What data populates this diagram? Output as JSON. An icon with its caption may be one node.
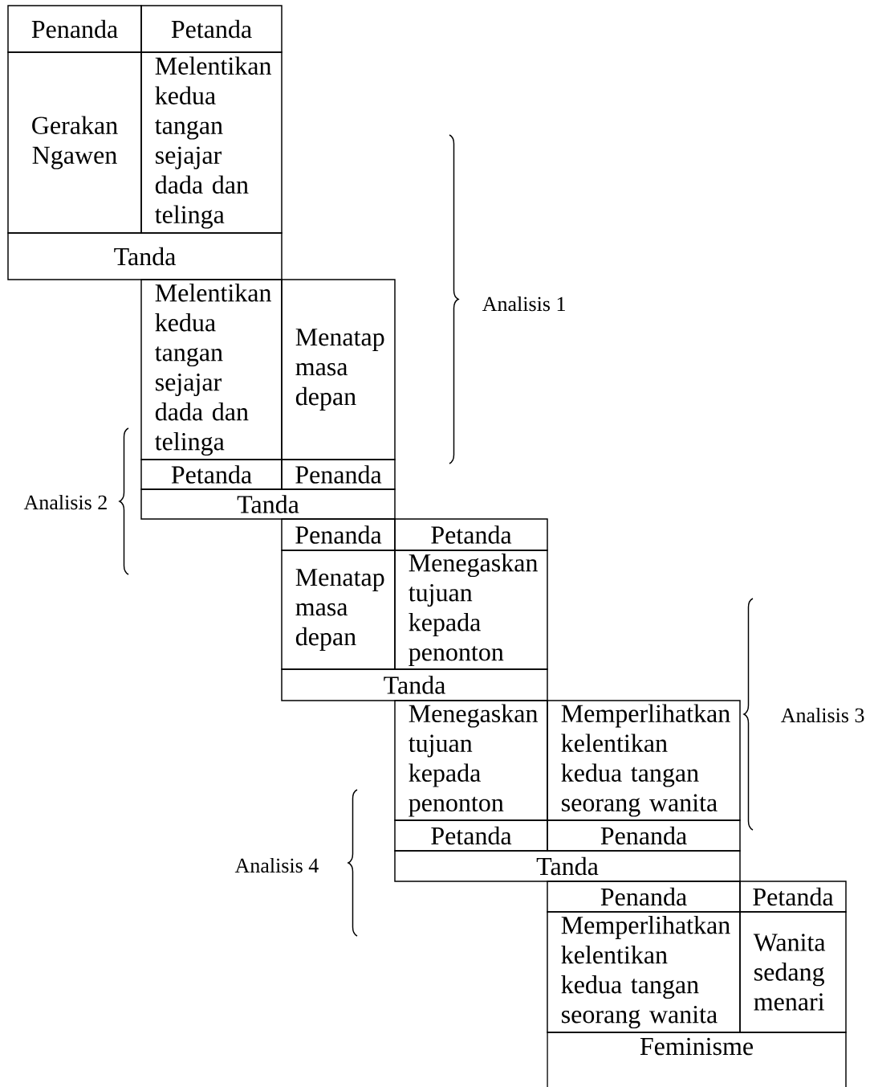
{
  "diagram": {
    "nodes": [
      {
        "text": [
          "Penanda"
        ]
      },
      {
        "text": [
          "Petanda"
        ]
      },
      {
        "text": [
          "Gerakan Ngawen"
        ]
      },
      {
        "text": [
          "Melentikan kedua tangan sejajar dada dan telinga"
        ]
      },
      {
        "text": [
          "Tanda"
        ]
      },
      {
        "text": [
          "Melentikan kedua tangan sejajar dada dan telinga"
        ]
      },
      {
        "text": [
          "Menatap masa depan"
        ]
      },
      {
        "text": [
          "Petanda"
        ]
      },
      {
        "text": [
          "Penanda"
        ]
      },
      {
        "text": [
          "Tanda"
        ]
      },
      {
        "text": [
          "Penanda"
        ]
      },
      {
        "text": [
          "Petanda"
        ]
      },
      {
        "text": [
          "Menatap masa depan"
        ]
      },
      {
        "text": [
          "Menegaskan tujuan kepada penonton"
        ]
      },
      {
        "text": [
          "Tanda"
        ]
      },
      {
        "text": [
          "Menegaskan tujuan kepada penonton"
        ]
      },
      {
        "text": [
          "Memperlihatkan kelentikan kedua tangan seorang wanita"
        ]
      },
      {
        "text": [
          "Petanda"
        ]
      },
      {
        "text": [
          "Penanda"
        ]
      },
      {
        "text": [
          "Tanda"
        ]
      },
      {
        "text": [
          "Penanda"
        ]
      },
      {
        "text": [
          "Petanda"
        ]
      },
      {
        "text": [
          "Memperlihatkan kelentikan kedua tangan seorang wanita"
        ]
      },
      {
        "text": [
          "Wanita sedang menari"
        ]
      },
      {
        "text": [
          "Feminisme"
        ]
      }
    ],
    "labels": [
      "Analisis 1",
      "Analisis 2",
      "Analisis 3",
      "Analisis 4"
    ]
  }
}
